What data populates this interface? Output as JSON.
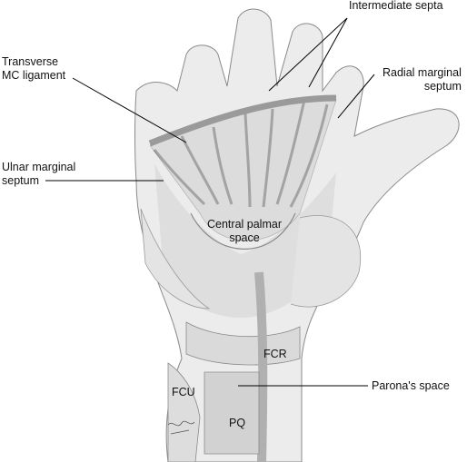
{
  "labels": {
    "intermediate_septa": "Intermediate septa",
    "transverse_mc_ligament": "Transverse\nMC ligament",
    "radial_marginal_septum": "Radial marginal\nseptum",
    "ulnar_marginal_septum": "Ulnar marginal\nseptum",
    "central_palmar_space": "Central palmar\nspace",
    "fcr": "FCR",
    "parona_space": "Parona's space",
    "fcu": "FCU",
    "pq": "PQ"
  },
  "colors": {
    "tissue_fill": "#ececec",
    "tissue_shade": "#d6d6d6",
    "septa_dark": "#6e6e6e",
    "outline": "#8a8a8a",
    "leader": "#000000"
  }
}
